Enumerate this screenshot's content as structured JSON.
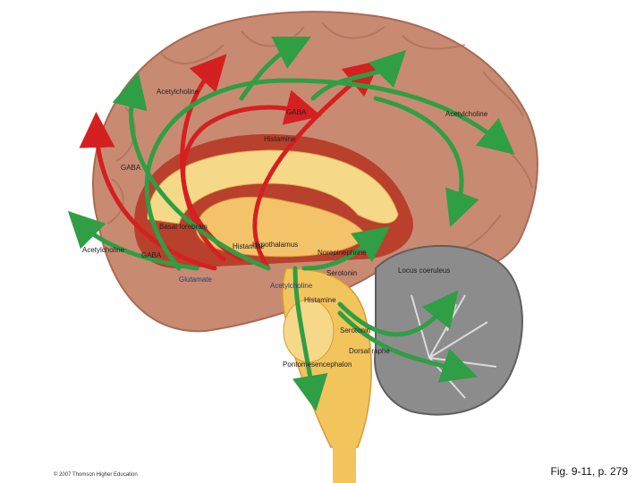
{
  "figure": {
    "caption": "Fig. 9-11, p. 279",
    "copyright": "© 2007 Thomson Higher Education"
  },
  "labels": {
    "acetylcholine_top": "Acetylcholine",
    "gaba_top": "GABA",
    "histamine_top": "Histamine",
    "acetylcholine_right": "Acetylcholine",
    "gaba_left": "GABA",
    "basal_forebrain": "Basal forebrain",
    "acetylcholine_left": "Acetylcholine",
    "gaba_lower": "GABA",
    "histamine_mid": "Histamine",
    "hypothalamus": "Hypothalamus",
    "norepinephrine": "Norepinephrine",
    "serotonin": "Serotonin",
    "acetylcholine_mid": "Acetylcholine",
    "histamine_lower": "Histamine",
    "glutamate": "Glutamate",
    "locus_coeruleus": "Locus coeruleus",
    "serotonin_lower": "Serotonin",
    "dorsal_raphe": "Dorsal raphe",
    "pontomesencephalon": "Pontomesencephalon"
  },
  "colors": {
    "cortex": "#c98a72",
    "cortex_dark": "#a86a55",
    "white_matter": "#f3c36a",
    "callosum": "#f6d889",
    "brainstem": "#f2c45c",
    "cerebellum": "#8c8c8c",
    "green_pathway": "#2f9e44",
    "red_pathway": "#d42020"
  }
}
